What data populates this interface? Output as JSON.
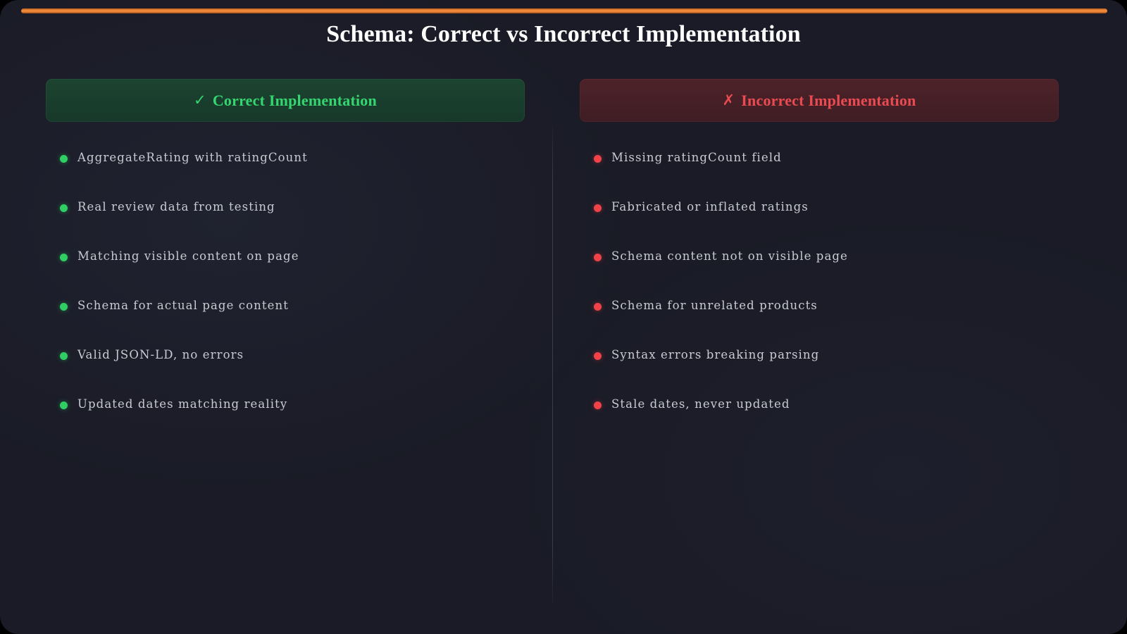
{
  "page": {
    "title": "Schema: Correct vs Incorrect Implementation",
    "background_color": "#1a1b26",
    "accent_color": "#ef8a3b"
  },
  "columns": {
    "correct": {
      "header_glyph": "check-mark",
      "header_glyph_char": "✓",
      "header_label": "Correct Implementation",
      "header_color": "#35d66f",
      "header_background": "#1c4430",
      "bullet_color": "#2fcf63",
      "items": [
        "AggregateRating with ratingCount",
        "Real review data from testing",
        "Matching visible content on page",
        "Schema for actual page content",
        "Valid JSON-LD, no errors",
        "Updated dates matching reality"
      ]
    },
    "incorrect": {
      "header_glyph": "cross-mark",
      "header_glyph_char": "✗",
      "header_label": "Incorrect Implementation",
      "header_color": "#ea4b52",
      "header_background": "#4d2329",
      "bullet_color": "#f04248",
      "items": [
        "Missing ratingCount field",
        "Fabricated or inflated ratings",
        "Schema content not on visible page",
        "Schema for unrelated products",
        "Syntax errors breaking parsing",
        "Stale dates, never updated"
      ]
    }
  }
}
